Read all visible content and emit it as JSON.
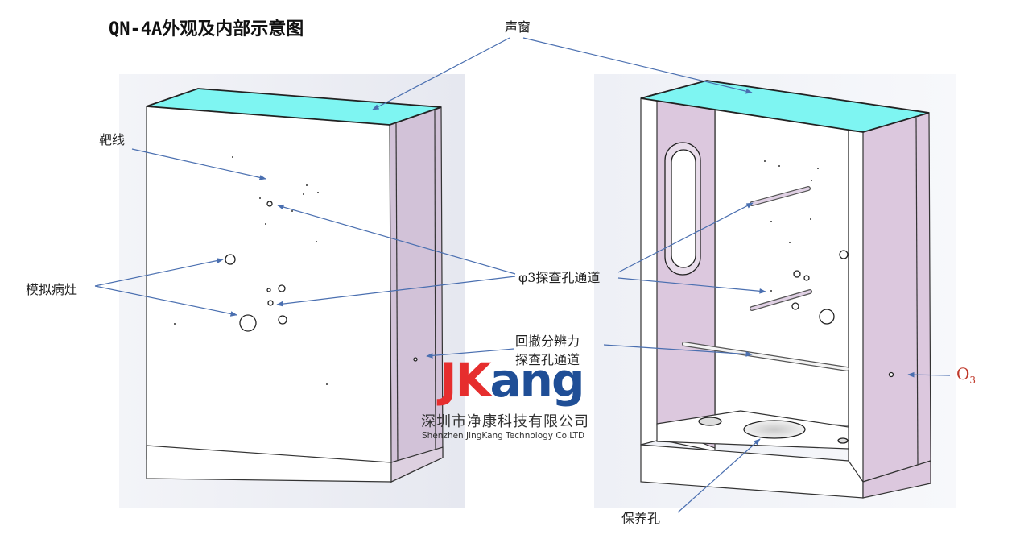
{
  "title": "QN-4A外观及内部示意图",
  "labels": {
    "sound_window": "声窗",
    "target_line": "靶线",
    "simulated_lesion": "模拟病灶",
    "phi3_channel": "φ3探查孔通道",
    "echo_resolution_1": "回撤分辨力",
    "echo_resolution_2": "探查孔通道",
    "o3_main": "O",
    "o3_sub": "3",
    "maintenance_hole": "保养孔"
  },
  "logo": {
    "j": "J",
    "k": "K",
    "ang": "ang",
    "company_cn": "深圳市净康科技有限公司",
    "company_en": "Shenzhen JingKang Technology Co.LTD"
  },
  "colors": {
    "window": "#7ef5f2",
    "side": "#d8c8dc",
    "arrow": "#4a6fb0",
    "logo_red": "#e62e2e",
    "logo_blue": "#1f4e96",
    "o3": "#c0392b"
  }
}
